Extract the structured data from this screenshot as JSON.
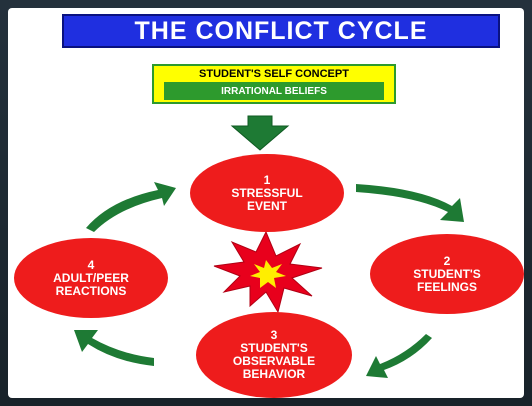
{
  "title": "THE CONFLICT CYCLE",
  "self_concept": {
    "heading": "STUDENT'S SELF CONCEPT",
    "sub": "IRRATIONAL BELIEFS"
  },
  "stages": [
    {
      "number": "1",
      "line1": "STRESSFUL",
      "line2": "EVENT",
      "line3": ""
    },
    {
      "number": "2",
      "line1": "STUDENT'S",
      "line2": "FEELINGS",
      "line3": ""
    },
    {
      "number": "3",
      "line1": "STUDENT'S",
      "line2": "OBSERVABLE",
      "line3": "BEHAVIOR"
    },
    {
      "number": "4",
      "line1": "ADULT/PEER",
      "line2": "REACTIONS",
      "line3": ""
    }
  ],
  "colors": {
    "title_bg": "#1f2fe0",
    "concept_bg": "#ffff00",
    "concept_band": "#2d9a2d",
    "circle": "#ee1c1c",
    "arrow": "#1e7a34",
    "burst_outer": "#e8001c",
    "burst_inner": "#ffee00"
  }
}
